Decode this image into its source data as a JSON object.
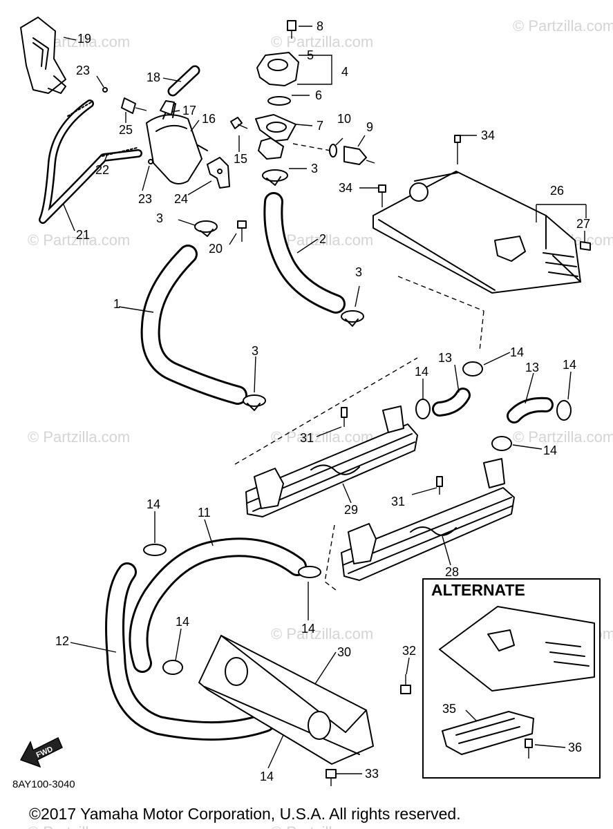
{
  "watermark": "© Partzilla.com",
  "part_numbers": {
    "p1": "1",
    "p2": "2",
    "p3": "3",
    "p4": "4",
    "p5": "5",
    "p6": "6",
    "p7": "7",
    "p8": "8",
    "p9": "9",
    "p10": "10",
    "p11": "11",
    "p12": "12",
    "p13": "13",
    "p14": "14",
    "p15": "15",
    "p16": "16",
    "p17": "17",
    "p18": "18",
    "p19": "19",
    "p20": "20",
    "p21": "21",
    "p22": "22",
    "p23": "23",
    "p24": "24",
    "p25": "25",
    "p26": "26",
    "p27": "27",
    "p28": "28",
    "p29": "29",
    "p30": "30",
    "p31": "31",
    "p32": "32",
    "p33": "33",
    "p34": "34",
    "p35": "35",
    "p36": "36"
  },
  "alternate_label": "ALTERNATE",
  "fwd_label": "FWD",
  "diagram_code": "8AY100-3040",
  "copyright": "©2017 Yamaha Motor Corporation, U.S.A. All rights reserved."
}
